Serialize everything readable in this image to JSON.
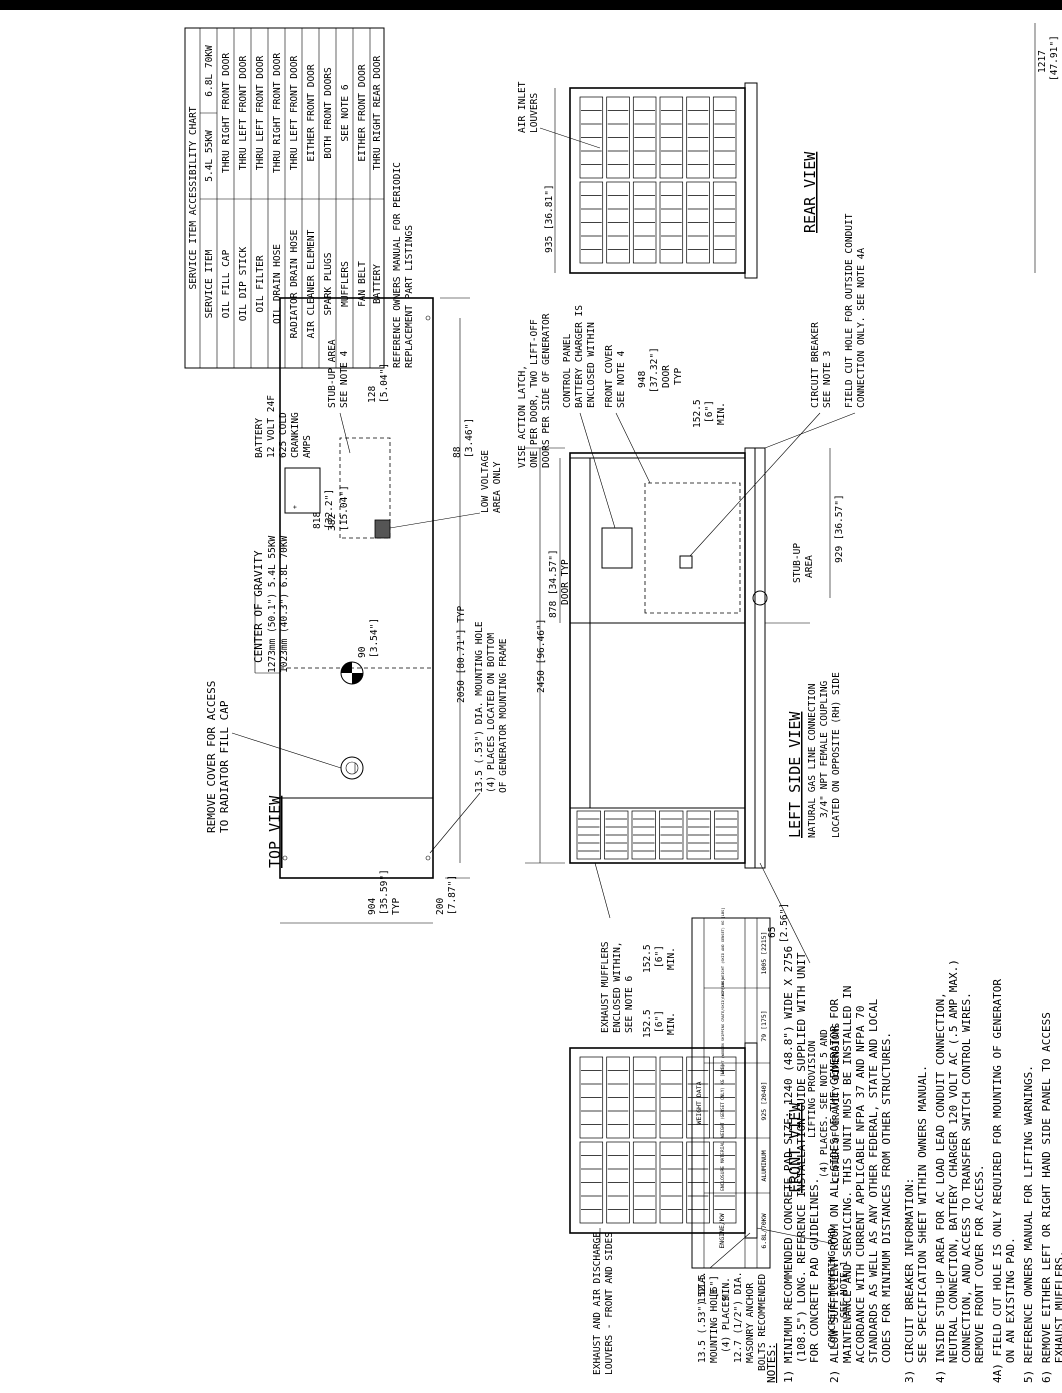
{
  "notes": {
    "heading": "NOTES:",
    "items": [
      "1) MINIMUM RECOMMENDED CONCRETE PAD SIZE: 1240 (48.8\") WIDE X 2756",
      "   (108.5\") LONG. REFERENCE INSTALLATION GUIDE SUPPLIED WITH UNIT",
      "   FOR CONCRETE PAD GUIDELINES.",
      "2) ALLOW SUFFICIENT ROOM ON ALL SIDES OF THE GENERATOR FOR",
      "   MAINTENANCE AND SERVICING. THIS UNIT MUST BE INSTALLED IN",
      "   ACCORDANCE WITH CURRENT APPLICABLE NFPA 37 AND NFPA 70",
      "   STANDARDS AS WELL AS ANY OTHER FEDERAL, STATE AND LOCAL",
      "   CODES FOR MINIMUM DISTANCES FROM OTHER STRUCTURES.",
      "3) CIRCUIT BREAKER INFORMATION:",
      "   SEE SPECIFICATION SHEET WITHIN OWNERS MANUAL.",
      "4) INSIDE STUB-UP AREA FOR AC LOAD LEAD CONDUIT CONNECTION,",
      "   NEUTRAL CONNECTION, BATTERY CHARGER 120 VOLT AC (.5 AMP MAX.)",
      "   CONNECTION, AND ACCESS TO TRANSFER SWITCH CONTROL WIRES.",
      "   REMOVE FRONT COVER FOR ACCESS.",
      "4A) FIELD CUT HOLE IS ONLY REQUIRED FOR MOUNTING OF GENERATOR",
      "   ON AN EXISTING PAD.",
      "5) REFERENCE OWNERS MANUAL FOR LIFTING WARNINGS.",
      "6) REMOVE EITHER LEFT OR RIGHT HAND SIDE PANEL TO ACCESS",
      "   EXHAUST MUFFLERS."
    ]
  },
  "weight_table": {
    "title": "WEIGHT DATA",
    "headers": [
      "ENGINE/KW",
      "ENCLOSURE MATERIAL",
      "WEIGHT (GENSET ONLY) KG [LBS]",
      "WEIGHT (WOODEN SHIPPING CRATE/SKID) KG [LBS]",
      "SHIPPING WEIGHT (SKID AND GENSET) KG [LBS]"
    ],
    "row": [
      "6.8L/70KW",
      "ALUMINUM",
      "925 [2040]",
      "79 [175]",
      "1005 [2215]"
    ]
  },
  "service_chart": {
    "title": "SERVICE ITEM ACCESSIBILITY CHART",
    "headers": [
      "SERVICE ITEM",
      "5.4L 55KW",
      "6.8L 70KW"
    ],
    "rows": [
      [
        "OIL FILL CAP",
        "THRU RIGHT FRONT DOOR"
      ],
      [
        "OIL DIP STICK",
        "THRU LEFT FRONT DOOR"
      ],
      [
        "OIL FILTER",
        "THRU LEFT FRONT DOOR"
      ],
      [
        "OIL DRAIN HOSE",
        "THRU RIGHT FRONT DOOR"
      ],
      [
        "RADIATOR DRAIN HOSE",
        "THRU LEFT FRONT DOOR"
      ],
      [
        "AIR CLEANER ELEMENT",
        "EITHER FRONT DOOR"
      ],
      [
        "SPARK PLUGS",
        "BOTH FRONT DOORS"
      ],
      [
        "MUFFLERS",
        "SEE NOTE 6"
      ],
      [
        "FAN BELT",
        "EITHER FRONT DOOR"
      ],
      [
        "BATTERY",
        "THRU RIGHT REAR DOOR"
      ]
    ],
    "reference": [
      "REFERENCE OWNERS MANUAL FOR PERIODIC",
      "REPLACEMENT PART LISTINGS"
    ]
  },
  "views": {
    "top": "TOP VIEW",
    "left_side": "LEFT SIDE VIEW",
    "front": "FRONT VIEW",
    "rear": "REAR VIEW"
  },
  "callouts": {
    "remove_cover": [
      "REMOVE COVER FOR ACCESS",
      "TO RADIATOR FILL CAP"
    ],
    "cog": [
      "CENTER OF GRAVITY",
      "1273mm (50.1\") 5.4L 55KW",
      "1023mm (40.3\") 6.8L 70KW"
    ],
    "battery": [
      "BATTERY",
      "12 VOLT 24F",
      "625 COLD",
      "CRANKING",
      "AMPS"
    ],
    "stubup_top": [
      "STUB-UP AREA",
      "SEE NOTE 4"
    ],
    "low_voltage": [
      "LOW VOLTAGE",
      "AREA ONLY"
    ],
    "mount_hole_top": [
      "13.5 (.53\") DIA. MOUNTING HOLE",
      "(4) PLACES LOCATED ON BOTTOM",
      "OF GENERATOR MOUNTING FRAME"
    ],
    "vise": [
      "VISE ACTION LATCH,",
      "ONE PER DOOR, TWO LIFT-OFF",
      "DOORS PER SIDE OF GENERATOR"
    ],
    "control_panel": [
      "CONTROL PANEL",
      "BATTERY CHARGER IS",
      "ENCLOSED WITHIN"
    ],
    "front_cover": [
      "FRONT COVER",
      "SEE NOTE 4"
    ],
    "circuit_breaker": [
      "CIRCUIT BREAKER",
      "SEE NOTE 3"
    ],
    "field_cut": [
      "FIELD CUT HOLE FOR OUTSIDE CONDUIT",
      "CONNECTION ONLY. SEE NOTE 4A"
    ],
    "stubup_side": [
      "STUB-UP",
      "AREA"
    ],
    "gas": [
      "NATURAL GAS LINE CONNECTION",
      "3/4\" NPT FEMALE COUPLING",
      "LOCATED ON OPPOSITE (RH) SIDE"
    ],
    "exhaust_mufflers": [
      "EXHAUST MUFFLERS",
      "ENCLOSED WITHIN,",
      "SEE NOTE 6"
    ],
    "lifting": [
      "LIFTING PROVISION",
      "(4) PLACES. SEE NOTE 5 AND",
      "CENTER OF GRAVITY DIMENSIONS"
    ],
    "exhaust_louvers": [
      "EXHAUST AND AIR DISCHARGE",
      "LOUVERS - FRONT AND SIDES"
    ],
    "mount_hole_front": [
      "13.5 (.53\") DIA.",
      "MOUNTING HOLE",
      "(4) PLACES",
      "12.7 (1/2\") DIA.",
      "MASONRY ANCHOR",
      "BOLTS RECOMMENDED"
    ],
    "concrete_pad": [
      "CONCRETE MOUNTING PAD",
      "SEE NOTE 1"
    ],
    "air_inlet": [
      "AIR INLET",
      "LOUVERS"
    ]
  },
  "dims": {
    "d904": [
      "904",
      "[35.59\"]",
      "TYP"
    ],
    "d200": [
      "200",
      "[7.87\"]"
    ],
    "d2050": "2050 [80.71\"] TYP",
    "d90": [
      "90",
      "[3.54\"]"
    ],
    "d382": [
      "382",
      "[15.04\"]"
    ],
    "d818": [
      "818",
      "[32.2\"]"
    ],
    "d128": [
      "128",
      "[5.04\"]"
    ],
    "d88": [
      "88",
      "[3.46\"]"
    ],
    "d2450": "2450 [96.46\"]",
    "d878": [
      "878 [34.57\"]",
      "DOOR TYP"
    ],
    "d929": "929 [36.57\"]",
    "d948": [
      "948",
      "[37.32\"]",
      "DOOR",
      "TYP"
    ],
    "d1525_a": [
      "152.5",
      "[6\"]",
      "MIN."
    ],
    "d1525_b": [
      "152.5",
      "[6\"]",
      "MIN."
    ],
    "d1525_c": [
      "152.5",
      "[6\"]",
      "MIN."
    ],
    "d1525_d": [
      "152.5",
      "[6\"]",
      "MIN."
    ],
    "d65": [
      "65",
      "[2.56\"]"
    ],
    "d935": "935 [36.81\"]",
    "d1217": [
      "1217",
      "[47.91\"]"
    ]
  }
}
